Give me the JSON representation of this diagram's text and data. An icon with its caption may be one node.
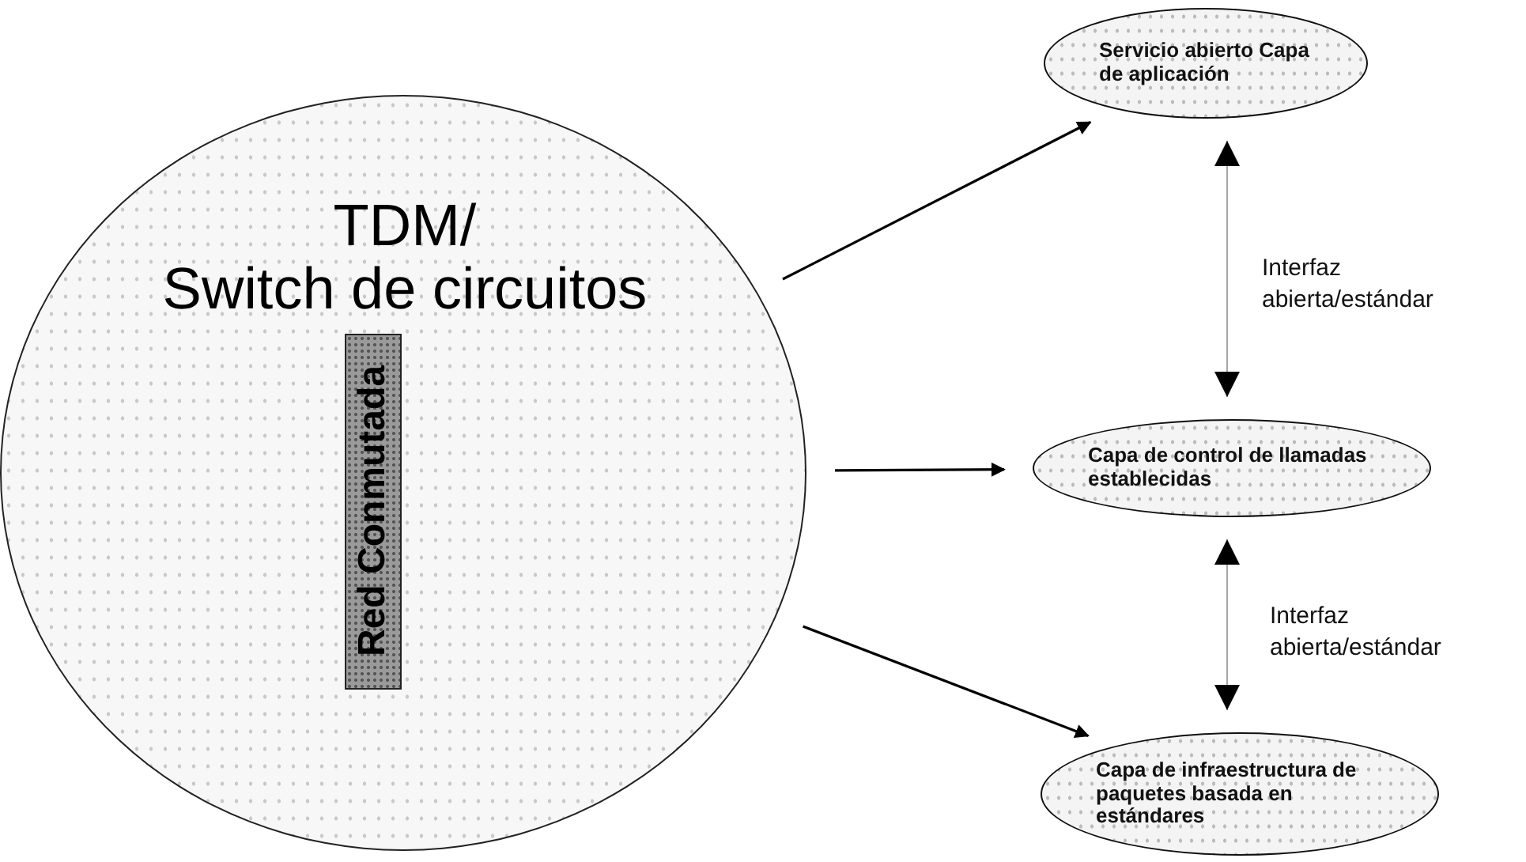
{
  "diagram": {
    "nodes": [
      {
        "text": [
          "TDM/",
          "Switch de circuitos"
        ]
      },
      {
        "text": [
          "Red Conmutada"
        ],
        "in": 0
      },
      {
        "text": [
          "Servicio abierto Capa de aplicación"
        ]
      },
      {
        "text": [
          "Capa de control de llamadas establecidas"
        ]
      },
      {
        "text": [
          "Capa de infraestructura de paquetes basada en estándares"
        ]
      }
    ],
    "edges": [
      {
        "from": 0,
        "to": 2,
        "arrow": "to"
      },
      {
        "from": 0,
        "to": 3,
        "arrow": "to"
      },
      {
        "from": 0,
        "to": 4,
        "arrow": "to"
      },
      {
        "from": 3,
        "to": 2,
        "arrow": "both",
        "label": "Interfaz abierta/estándar"
      },
      {
        "from": 4,
        "to": 3,
        "arrow": "both",
        "label": "Interfaz abierta/estándar"
      }
    ]
  }
}
